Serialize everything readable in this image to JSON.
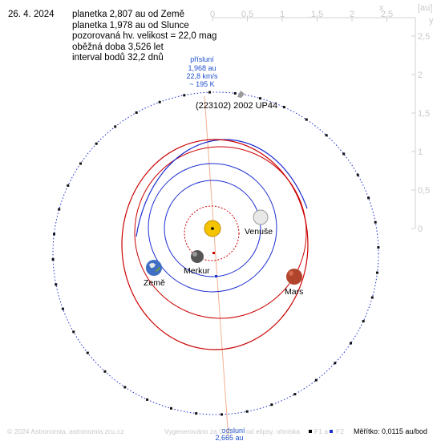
{
  "date": "26. 4. 2024",
  "info_lines": [
    "planetka 2,807 au od Země",
    "planetka 1,978 au od Slunce",
    "pozorovaná hv. velikost = 22,0 mag",
    "oběžná doba 3,526 let",
    "interval bodů 32,2 dnů"
  ],
  "axis": {
    "unit_label": "[au]",
    "x_letter": "x",
    "y_letter": "y",
    "x_ticks": [
      "0",
      "0,5",
      "1",
      "1,5",
      "2",
      "2,5"
    ],
    "y_ticks": [
      "2,5",
      "2",
      "1,5",
      "1",
      "0,5",
      "0"
    ]
  },
  "perihelion": {
    "title": "přísluní",
    "distance": "1,968 au",
    "speed": "22,8 km/s",
    "temperature": "~ 195 K"
  },
  "aphelion": {
    "title": "odsluní",
    "distance": "2,665 au"
  },
  "asteroid_name": "(223102) 2002 UP44",
  "planets": {
    "venus": "Venuše",
    "mercury": "Merkur",
    "earth": "Země",
    "mars": "Mars"
  },
  "footer": {
    "copyright": "© 2024 Astronomia, astronomia.zcu.cz",
    "generated": "Vygenerováno za 0,10 s",
    "legend_ellipse": "od elipsy, ohniska",
    "legend_f1": "F1 a",
    "legend_f2": "F2",
    "scale": "Měřítko: 0,0115 au/bod"
  },
  "colors": {
    "asteroid_orbit": "#1c2fd0",
    "mars_orbit": "#cc0000",
    "earth_orbit": "#1c2fd0",
    "venus_orbit": "#1c2fd0",
    "mercury_orbit": "#cc0000",
    "sun": "#f5c400",
    "apsis_line": "#f0b090"
  }
}
